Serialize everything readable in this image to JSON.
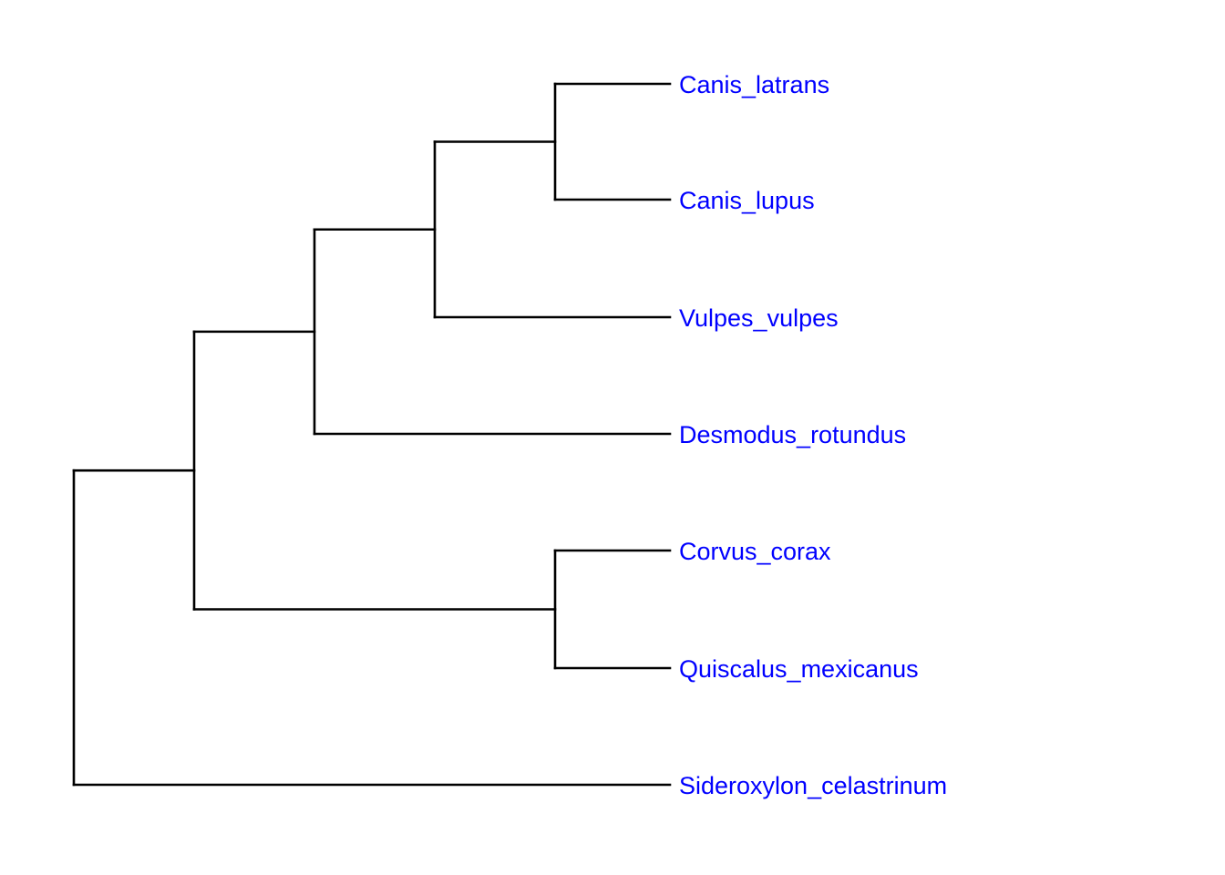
{
  "tree": {
    "label_color": "#0000ff",
    "branch_color": "#000000",
    "tips": [
      {
        "id": "t1",
        "label": "Canis_latrans"
      },
      {
        "id": "t2",
        "label": "Canis_lupus"
      },
      {
        "id": "t3",
        "label": "Vulpes_vulpes"
      },
      {
        "id": "t4",
        "label": "Desmodus_rotundus"
      },
      {
        "id": "t5",
        "label": "Corvus_corax"
      },
      {
        "id": "t6",
        "label": "Quiscalus_mexicanus"
      },
      {
        "id": "t7",
        "label": "Sideroxylon_celastrinum"
      }
    ],
    "topology": "((((Canis_latrans,Canis_lupus),Vulpes_vulpes),Desmodus_rotundus),(Corvus_corax,Quiscalus_mexicanus)),Sideroxylon_celastrinum"
  }
}
